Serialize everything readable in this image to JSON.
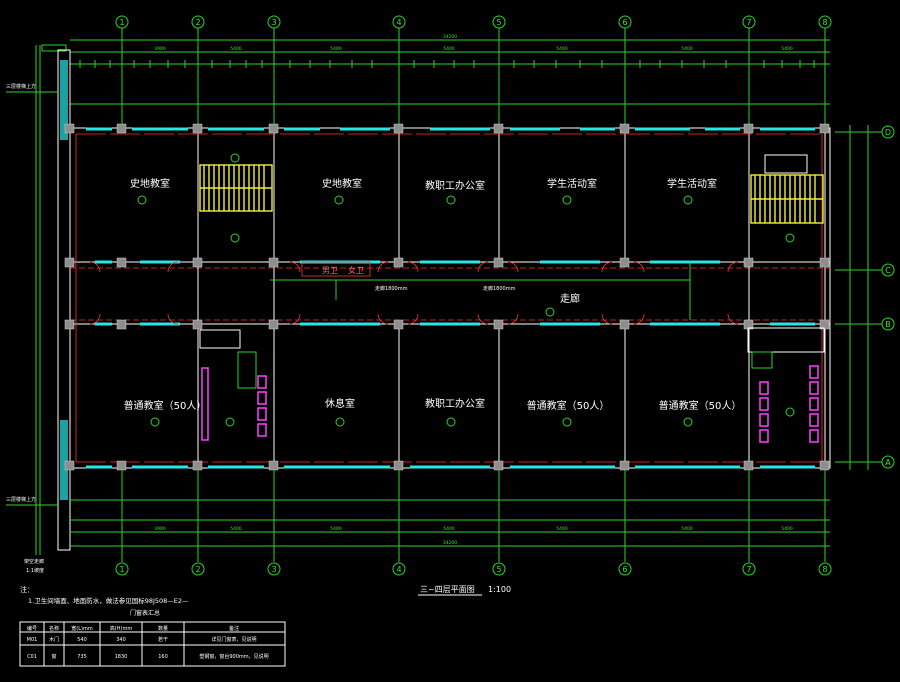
{
  "drawing_title": "三~四层平面图",
  "scale": "1:100",
  "axes_x": [
    "1",
    "2",
    "3",
    "4",
    "5",
    "6",
    "7",
    "8"
  ],
  "axes_y": [
    "D",
    "C",
    "B",
    "A"
  ],
  "dims_top_total": "34200",
  "dims_top": [
    "3900",
    "5400",
    "5400",
    "5400",
    "5400",
    "5400",
    "5400"
  ],
  "dims_bottom_total": "34200",
  "dims_bottom": [
    "3900",
    "5400",
    "5400",
    "5400",
    "5400",
    "5400",
    "5400"
  ],
  "rooms": [
    {
      "name": "史地教室"
    },
    {
      "name": "史地教室"
    },
    {
      "name": "教职工办公室"
    },
    {
      "name": "学生活动室"
    },
    {
      "name": "学生活动室"
    },
    {
      "name": "普通教室（50人）"
    },
    {
      "name": "休息室"
    },
    {
      "name": "教职工办公室"
    },
    {
      "name": "普通教室（50人）"
    },
    {
      "name": "普通教室（50人）"
    },
    {
      "name": "走廊"
    },
    {
      "name": "男卫"
    },
    {
      "name": "女卫"
    }
  ],
  "corridor_labels": [
    "走廊1800mm",
    "走廊1800mm"
  ],
  "side_labels": {
    "left_top": "三层楼梯上方",
    "left_bottom": "三层楼梯上方",
    "bottom_left_1": "架空走廊",
    "bottom_left_2": "1:1坡度"
  },
  "notes": {
    "title": "注：",
    "line1": "1.卫生间墙面、地面防水，做法参见国标98J508—E2—",
    "table_title": "门窗表汇总"
  },
  "table": {
    "headers": [
      "编号",
      "名称",
      "宽(L)mm",
      "高(H)mm",
      "数量",
      "备注"
    ],
    "rows": [
      [
        "M01",
        "木门",
        "540",
        "340",
        "若干",
        "详见门窗表，见说明"
      ],
      [
        "C01",
        "窗",
        "735",
        "1830",
        "160",
        "塑钢窗，窗台900mm，见说明"
      ]
    ]
  },
  "colors": {
    "grid": "#27d627",
    "wall": "#ffffff",
    "window": "#26e6e6",
    "door": "#ff3030",
    "column": "#8e8e8e",
    "fixture": "#ff40ff",
    "stair": "#f2ee40"
  }
}
